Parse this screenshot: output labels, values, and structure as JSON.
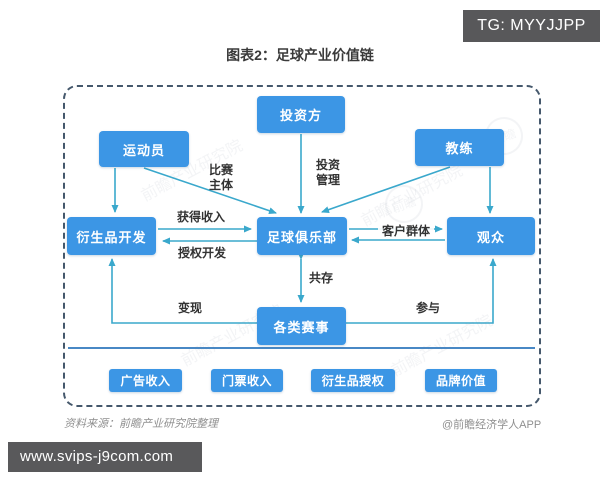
{
  "overlays": {
    "tg_badge": "TG: MYYJJPP",
    "url_badge": "www.svips-j9com.com"
  },
  "title": "图表2：足球产业价值链",
  "diagram": {
    "nodes": {
      "investor": "投资方",
      "athlete": "运动员",
      "coach": "教练",
      "derivatives": "衍生品开发",
      "club": "足球俱乐部",
      "audience": "观众",
      "events": "各类赛事"
    },
    "revenue_nodes": {
      "ad": "广告收入",
      "ticket": "门票收入",
      "licensing": "衍生品授权",
      "brand": "品牌价值"
    },
    "edge_labels": {
      "match_body": "比赛\n主体",
      "invest_mgmt": "投资\n管理",
      "gain_income": "获得收入",
      "licensed_dev": "授权开发",
      "customer_group": "客户群体",
      "coexist": "共存",
      "monetize": "变现",
      "participate": "参与"
    }
  },
  "watermark_text": "前瞻产业研究院",
  "watermark_logo_text": "前瞻",
  "footer": {
    "source": "资料来源：前瞻产业研究院整理",
    "credit": "@前瞻经济学人APP"
  },
  "colors": {
    "node_blue": "#3c96e5",
    "arrow_teal": "#3aa8cc",
    "dashed_border": "#45586c",
    "separator_line": "#4888c5",
    "badge_gray": "#58585a",
    "label_text": "#333333",
    "footer_gray": "#8f8f8f"
  }
}
